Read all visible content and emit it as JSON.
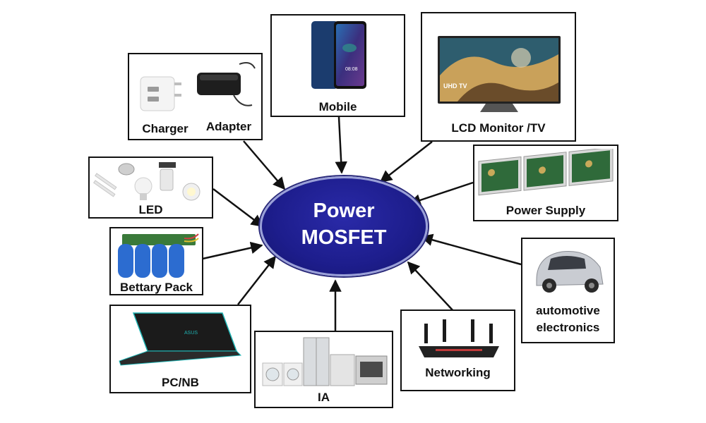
{
  "center": {
    "line1": "Power",
    "line2": "MOSFET"
  },
  "applications": {
    "charger": "Charger",
    "adapter": "Adapter",
    "mobile": "Mobile",
    "lcd_tv": "LCD Monitor /TV",
    "led": "LED",
    "power_supply": "Power Supply",
    "battery_pack": "Bettary Pack",
    "automotive_line1": "automotive",
    "automotive_line2": "electronics",
    "pc_nb": "PC/NB",
    "ia": "IA",
    "networking": "Networking"
  },
  "picture_texts": {
    "phone_time": "08:08",
    "tv_badge": "UHD TV",
    "laptop_logo": "ASUS"
  },
  "colors": {
    "center_fill": "#1d1d8c",
    "box_border": "#111111",
    "arrow": "#111111"
  }
}
